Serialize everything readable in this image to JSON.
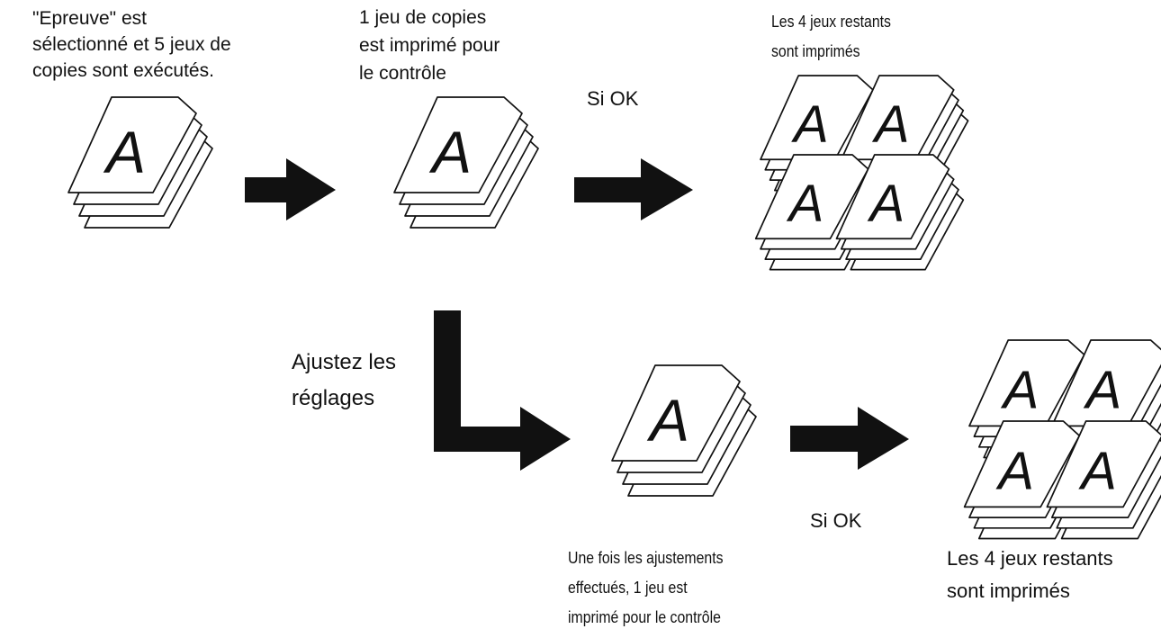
{
  "steps": {
    "start": [
      "\"Epreuve\" est",
      "sélectionné et 5 jeux de",
      "copies sont exécutés."
    ],
    "proof": [
      "1 jeu de copies",
      "est imprimé pour",
      "le contrôle"
    ],
    "ok_top": "Si OK",
    "remaining_top": [
      "Les 4 jeux restants",
      "sont imprimés"
    ],
    "adjust": [
      "Ajustez les",
      "réglages"
    ],
    "adjusted_proof": [
      "Une fois les ajustements",
      "effectués, 1 jeu est",
      "imprimé pour le contrôle"
    ],
    "ok_bottom": "Si OK",
    "remaining_bottom": [
      "Les 4 jeux restants",
      "sont imprimés"
    ]
  },
  "page_letter": "A",
  "colors": {
    "ink": "#111111",
    "paper": "#ffffff"
  }
}
